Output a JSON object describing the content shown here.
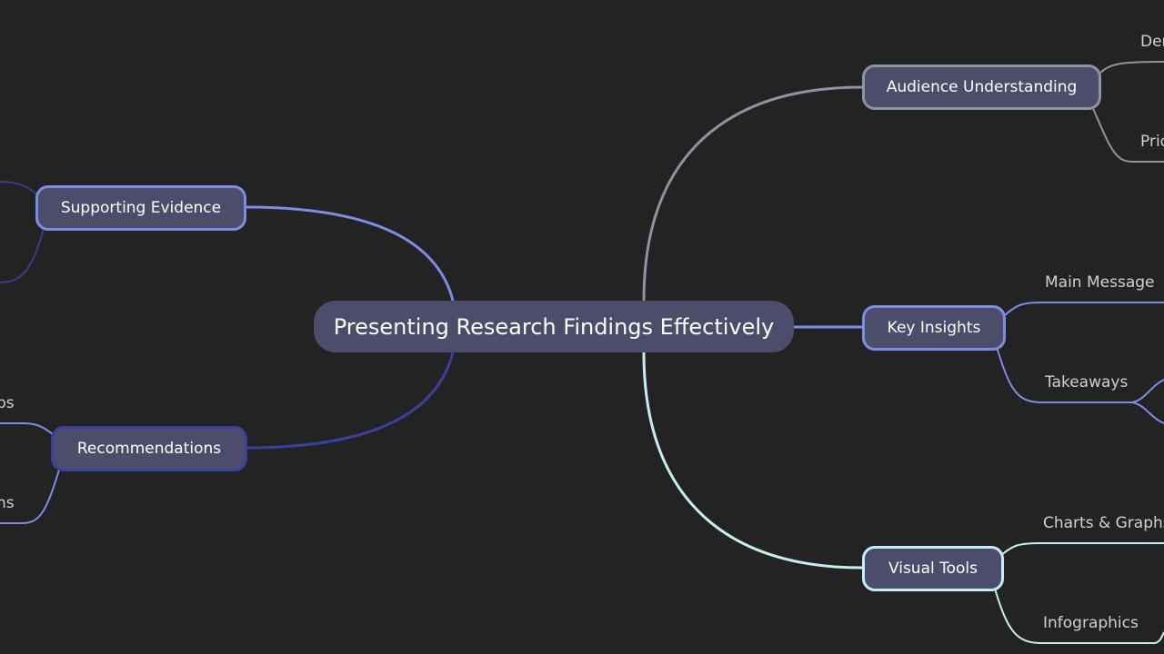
{
  "root": {
    "label": "Presenting Research Findings Effectively"
  },
  "branches": {
    "audience": {
      "label": "Audience Understanding",
      "color": "#8d93a1",
      "leaves": [
        "Der",
        "Prio"
      ]
    },
    "insights": {
      "label": "Key Insights",
      "color": "#7c8de6",
      "leaves": [
        "Main Message",
        "Takeaways"
      ]
    },
    "visual": {
      "label": "Visual Tools",
      "color": "#c5eef4",
      "leaves": [
        "Charts & Graphs",
        "Infographics"
      ]
    },
    "evidence": {
      "label": "Supporting Evidence",
      "color": "#7c8de6",
      "leaf_line_color": "#3a3d8a",
      "leaves": []
    },
    "recommendations": {
      "label": "Recommendations",
      "color": "#3b3fa0",
      "leaf_line_color": "#7c8de6",
      "leaves": [
        "ps",
        "ns"
      ]
    }
  },
  "colors": {
    "background": "#232323",
    "node_fill": "#4b4d6b",
    "text": "#ffffff",
    "leaf_text": "#d0d0d4"
  }
}
